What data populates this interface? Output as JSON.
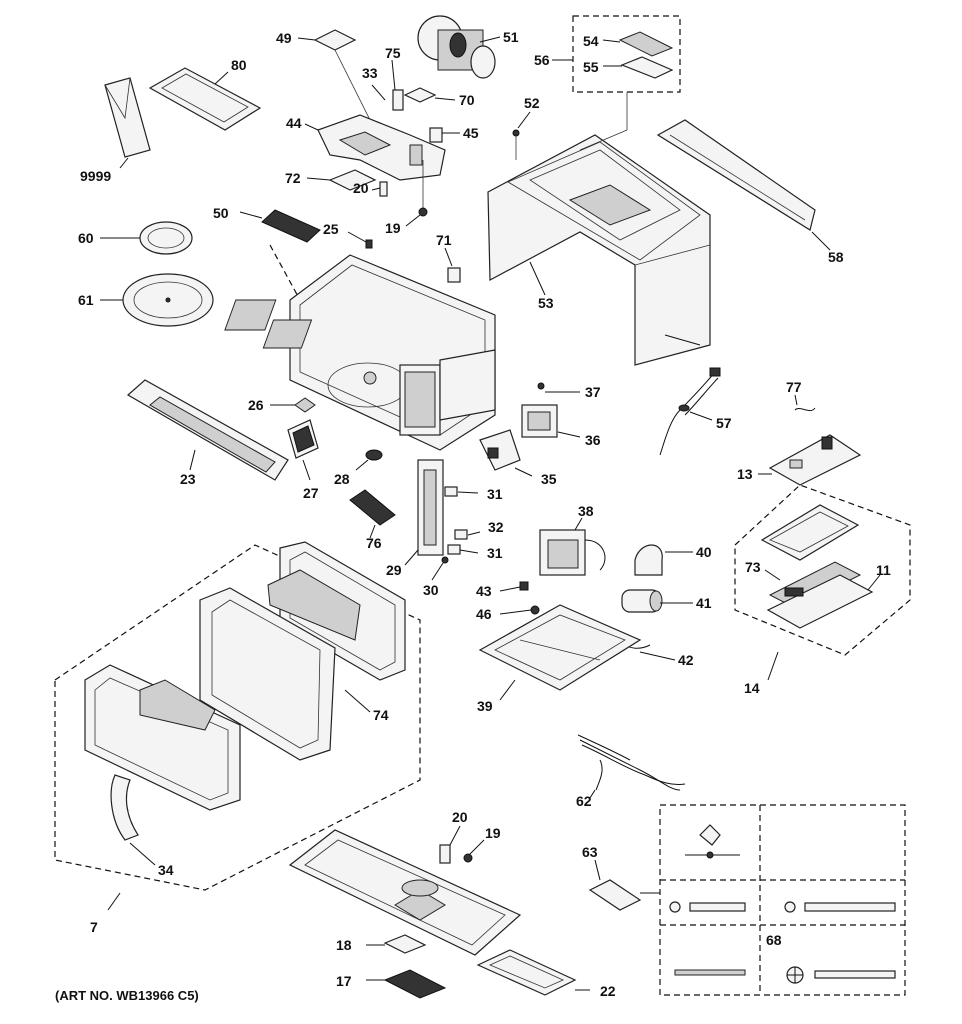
{
  "labels": {
    "p49": "49",
    "p51": "51",
    "p75": "75",
    "p80": "80",
    "p33": "33",
    "p70": "70",
    "p54": "54",
    "p56": "56",
    "p55": "55",
    "p52": "52",
    "p44": "44",
    "p45": "45",
    "p9999": "9999",
    "p72": "72",
    "p20a": "20",
    "p19a": "19",
    "p50": "50",
    "p25": "25",
    "p71": "71",
    "p60": "60",
    "p58": "58",
    "p53": "53",
    "p61": "61",
    "p37": "37",
    "p77": "77",
    "p26": "26",
    "p57": "57",
    "p36": "36",
    "p28": "28",
    "p35": "35",
    "p27": "27",
    "p23": "23",
    "p13": "13",
    "p31a": "31",
    "p38": "38",
    "p32": "32",
    "p76": "76",
    "p31b": "31",
    "p40": "40",
    "p29": "29",
    "p73": "73",
    "p11": "11",
    "p30": "30",
    "p43": "43",
    "p41": "41",
    "p46": "46",
    "p42": "42",
    "p74": "74",
    "p14": "14",
    "p39": "39",
    "p62": "62",
    "p20b": "20",
    "p19b": "19",
    "p63": "63",
    "p34": "34",
    "p7": "7",
    "p68": "68",
    "p18": "18",
    "p17": "17",
    "p22": "22"
  },
  "art_number": "(ART NO. WB13966 C5)"
}
